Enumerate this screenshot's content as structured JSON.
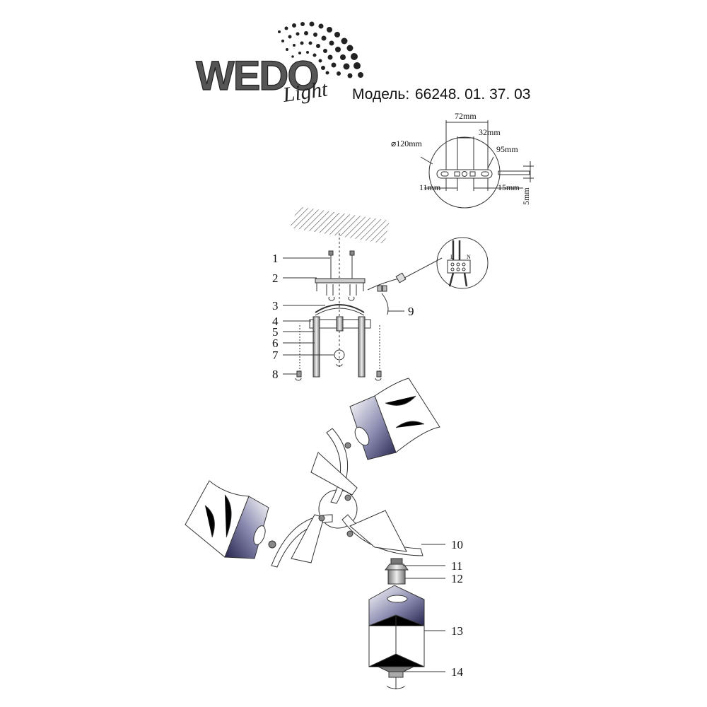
{
  "logo": {
    "brand": "WEDO",
    "script": "Light"
  },
  "model": {
    "label": "Модель:",
    "number": "66248. 01. 37. 03"
  },
  "mount_dimensions": {
    "d120": "⌀120mm",
    "d72": "72mm",
    "d32": "32mm",
    "d95": "95mm",
    "d11": "11mm",
    "d15": "15mm",
    "d5": "5mm"
  },
  "terminal": {
    "l": "L",
    "n": "N"
  },
  "callouts": [
    "1",
    "2",
    "3",
    "4",
    "5",
    "6",
    "7",
    "8",
    "9",
    "10",
    "11",
    "12",
    "13",
    "14"
  ],
  "colors": {
    "line": "#333333",
    "shade": "#3a3a6a",
    "glass": "#ffffff"
  }
}
